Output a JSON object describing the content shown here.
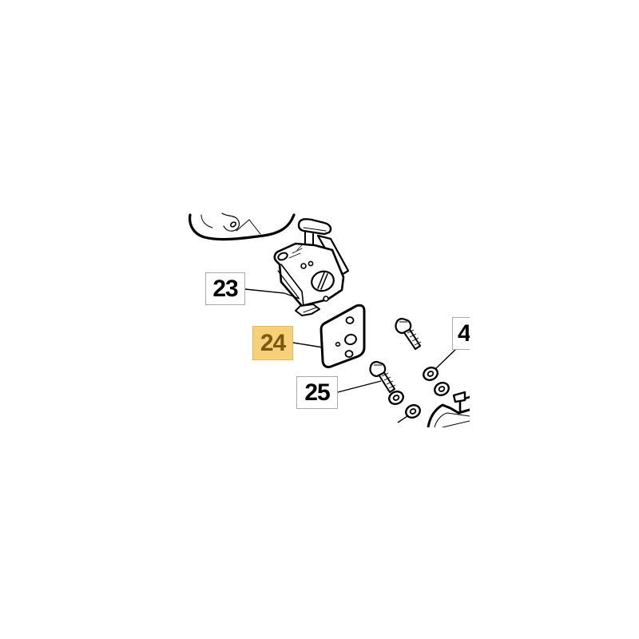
{
  "diagram": {
    "type": "exploded-parts-diagram",
    "background_color": "#ffffff",
    "line_color": "#000000",
    "callouts": [
      {
        "label": "23",
        "part": "carburetor",
        "highlighted": false
      },
      {
        "label": "24",
        "part": "gasket",
        "highlighted": true
      },
      {
        "label": "25",
        "part": "bolt",
        "highlighted": false
      },
      {
        "label": "4",
        "part": "washer",
        "highlighted": false,
        "clipped": true
      }
    ],
    "highlight_colors": {
      "fill": "#f7d17a",
      "border": "#e3b85a",
      "text": "#7a5a12"
    },
    "callout_border_color": "#a9a9a9"
  }
}
